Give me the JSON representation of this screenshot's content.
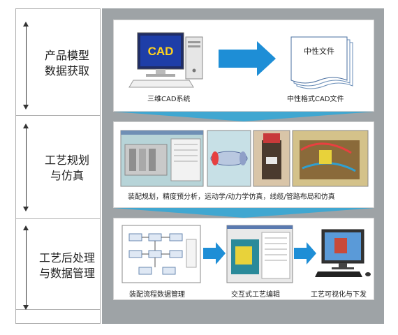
{
  "stages": [
    {
      "label_lines": [
        "产品模型",
        "数据获取"
      ]
    },
    {
      "label_lines": [
        "工艺规划",
        "与仿真"
      ]
    },
    {
      "label_lines": [
        "工艺后处理",
        "与数据管理"
      ]
    }
  ],
  "stage1": {
    "cad_badge": "CAD",
    "doc_title": "中性文件",
    "cap_left": "三维CAD系统",
    "cap_right": "中性格式CAD文件"
  },
  "stage2": {
    "caption": "装配规划，精度预分析，运动学/动力学仿真，线缆/管路布局和仿真"
  },
  "stage3": {
    "cap_left": "装配流程数据管理",
    "cap_mid": "交互式工艺编辑",
    "cap_right": "工艺可视化与下发"
  },
  "colors": {
    "accent_blue": "#1e8ed6",
    "funnel_cyan": "#2fa8d8",
    "panel_gray": "#9ea3a6"
  }
}
